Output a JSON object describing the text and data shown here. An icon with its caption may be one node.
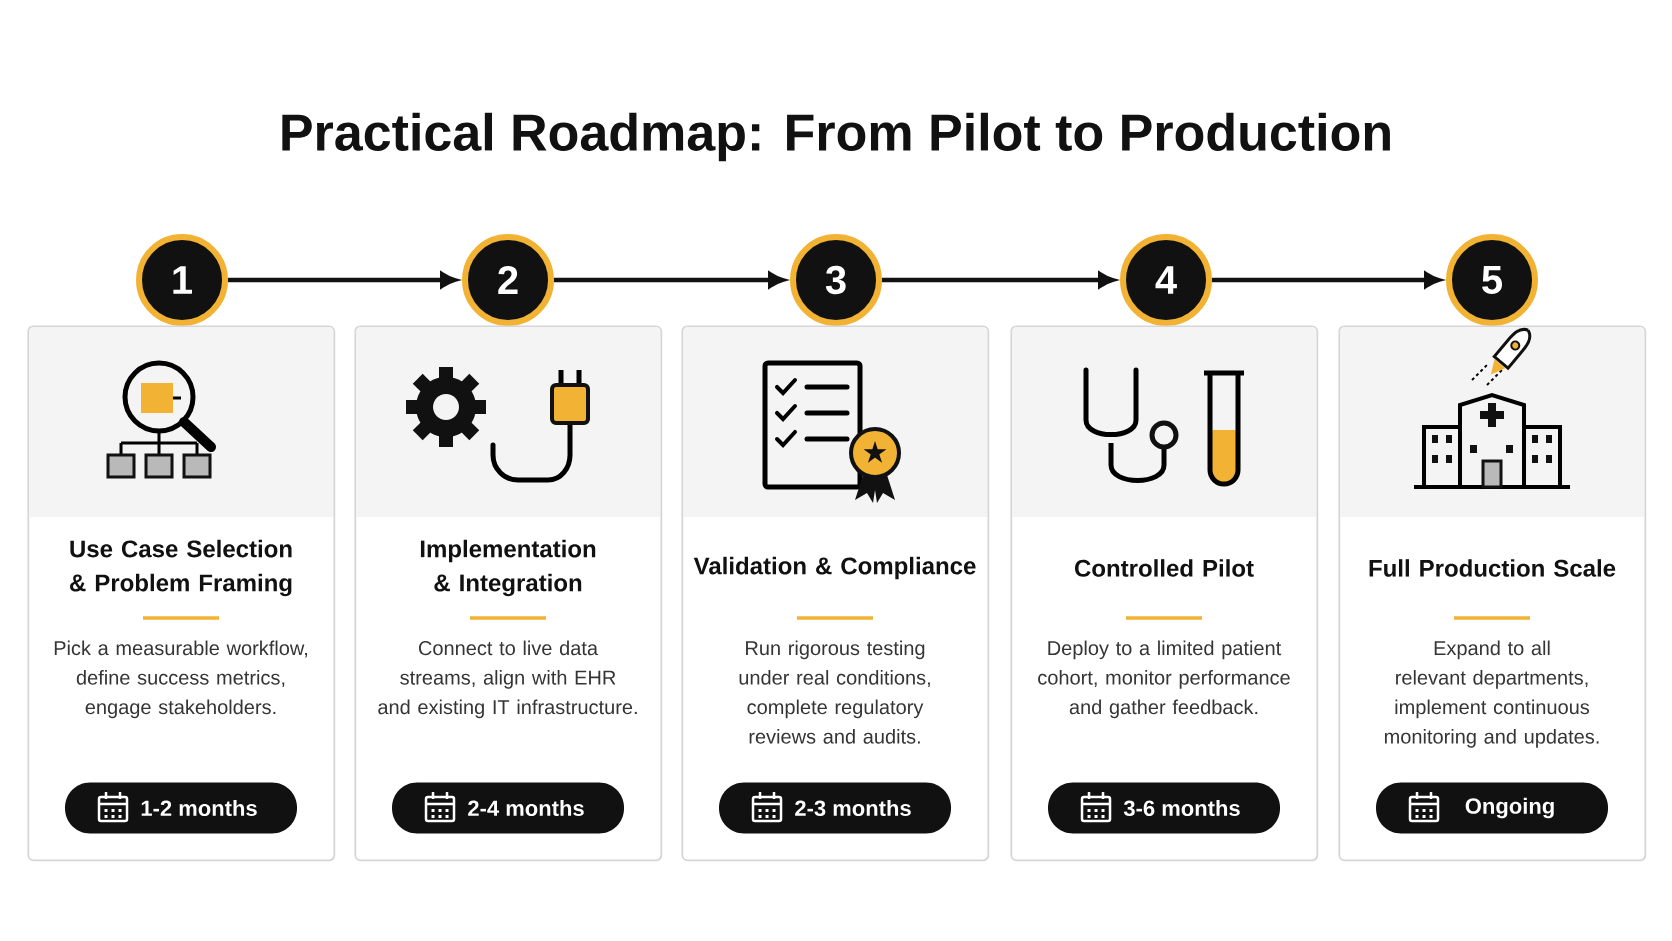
{
  "diagram": {
    "title": "Practical Roadmap: From Pilot to Production",
    "nodes": [
      {
        "text": [
          "1"
        ]
      },
      {
        "text": [
          "2"
        ]
      },
      {
        "text": [
          "3"
        ]
      },
      {
        "text": [
          "4"
        ]
      },
      {
        "text": [
          "5"
        ]
      },
      {
        "text": [
          "Use Case Selection & Problem Framing",
          "Pick a measurable workflow, define success metrics, engage stakeholders."
        ]
      },
      {
        "text": [
          "1-2 months"
        ],
        "in": 5
      },
      {
        "text": [
          "Implementation & Integration",
          "Connect to live data streams, align with EHR and existing IT infrastructure."
        ]
      },
      {
        "text": [
          "2-4 months"
        ],
        "in": 7
      },
      {
        "text": [
          "Validation & Compliance",
          "Run rigorous testing under real conditions, complete regulatory reviews and audits."
        ]
      },
      {
        "text": [
          "2-3 months"
        ],
        "in": 9
      },
      {
        "text": [
          "Controlled Pilot",
          "Deploy to a limited patient cohort, monitor performance and gather feedback."
        ]
      },
      {
        "text": [
          "3-6 months"
        ],
        "in": 11
      },
      {
        "text": [
          "Full Production Scale",
          "Expand to all relevant departments, implement continuous monitoring and updates."
        ]
      },
      {
        "text": [
          "Ongoing"
        ],
        "in": 13
      }
    ],
    "edges": [
      {
        "from": 0,
        "to": 1,
        "arrow": "to"
      },
      {
        "from": 1,
        "to": 2,
        "arrow": "to"
      },
      {
        "from": 2,
        "to": 3,
        "arrow": "to"
      },
      {
        "from": 3,
        "to": 4,
        "arrow": "to"
      }
    ]
  }
}
